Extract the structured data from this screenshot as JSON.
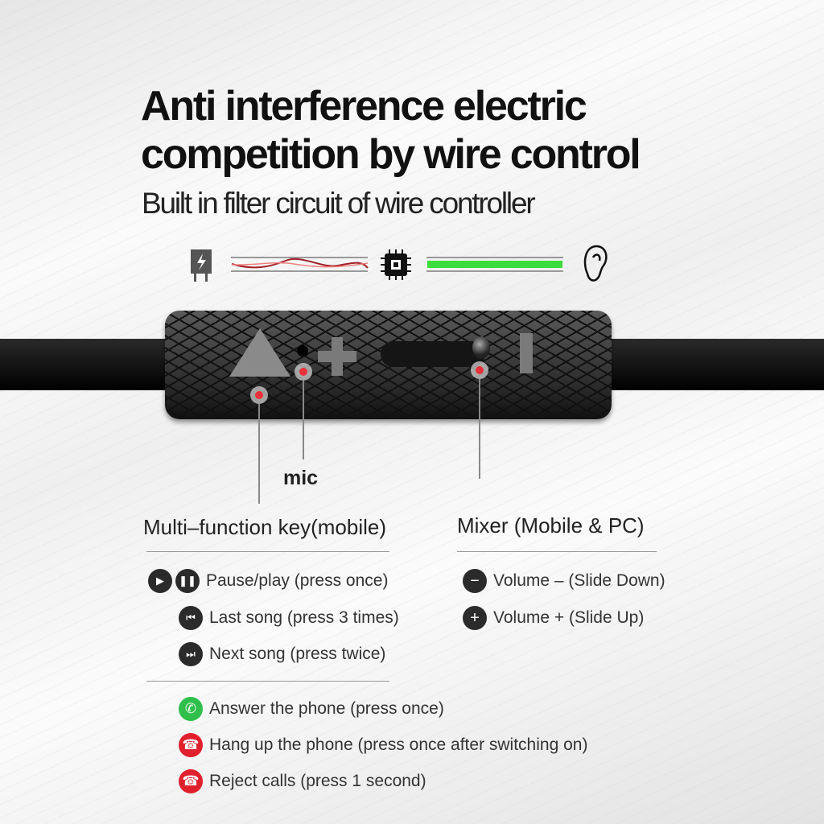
{
  "title_line1": "Anti interference electric",
  "title_line2": "competition by wire control",
  "subtitle": "Built in filter circuit of wire controller",
  "mic_label": "mic",
  "multi": {
    "heading": "Multi–function key(mobile)",
    "items": [
      "Pause/play (press once)",
      "Last song (press 3 times)",
      "Next song (press twice)"
    ]
  },
  "mixer": {
    "heading": "Mixer (Mobile & PC)",
    "items": [
      "Volume – (Slide Down)",
      "Volume + (Slide Up)"
    ]
  },
  "calls": [
    "Answer the phone (press once)",
    "Hang up the phone (press once after switching on)",
    "Reject calls (press 1 second)"
  ],
  "colors": {
    "signal_noise": "#c0303a",
    "signal_clean": "#3cdc3c",
    "dot": "#e8303a"
  }
}
